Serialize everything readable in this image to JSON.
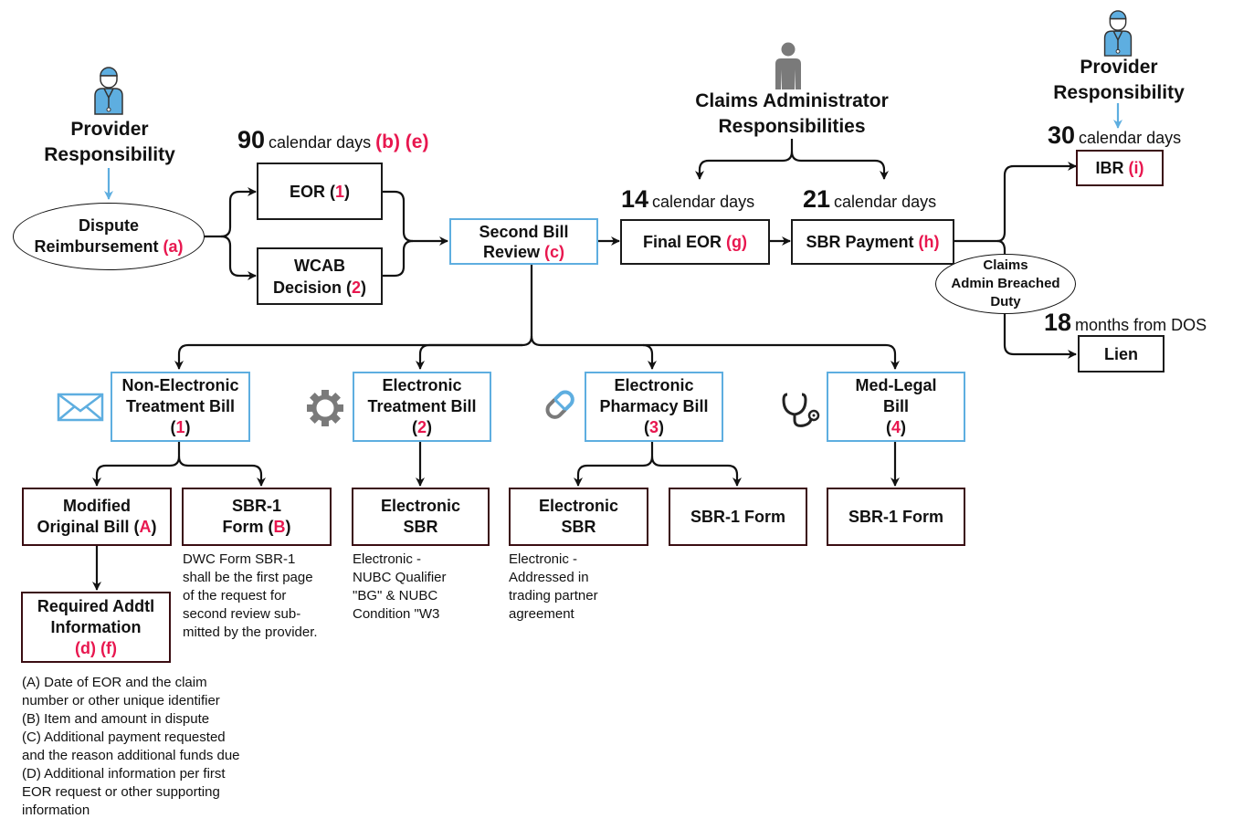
{
  "provider_left": {
    "title_line1": "Provider",
    "title_line2": "Responsibility",
    "icon": "doctor-icon"
  },
  "dispute": {
    "line1": "Dispute",
    "line2": "Reimbursement",
    "ref": "(a)"
  },
  "deadline_90": {
    "number": "90",
    "text": "calendar days",
    "refs": "(b) (e)"
  },
  "eor": {
    "label": "EOR (",
    "ref": "1",
    "close": ")"
  },
  "wcab": {
    "line1": "WCAB",
    "line2": "Decision (",
    "ref": "2",
    "close": ")"
  },
  "second_bill_review": {
    "line1": "Second Bill",
    "line2": "Review",
    "ref": "(c)"
  },
  "claims_admin": {
    "line1": "Claims Administrator",
    "line2": "Responsibilities",
    "icon": "person-icon"
  },
  "deadline_14": {
    "number": "14",
    "text": "calendar days"
  },
  "deadline_21": {
    "number": "21",
    "text": "calendar days"
  },
  "final_eor": {
    "label": "Final EOR",
    "ref": "(g)"
  },
  "sbr_payment": {
    "label": "SBR Payment",
    "ref": "(h)"
  },
  "provider_right": {
    "title_line1": "Provider",
    "title_line2": "Responsibility",
    "icon": "doctor-icon"
  },
  "deadline_30": {
    "number": "30",
    "text": "calendar days"
  },
  "ibr": {
    "label": "IBR",
    "ref": "(i)"
  },
  "breached": {
    "line1": "Claims",
    "line2": "Admin Breached",
    "line3": "Duty"
  },
  "deadline_18": {
    "number": "18",
    "text": "months from DOS"
  },
  "lien": {
    "label": "Lien"
  },
  "bill_types": [
    {
      "line1": "Non-Electronic",
      "line2": "Treatment Bill",
      "ref": "1",
      "icon": "envelope-icon"
    },
    {
      "line1": "Electronic",
      "line2": "Treatment Bill",
      "ref": "2",
      "icon": "gear-icon"
    },
    {
      "line1": "Electronic",
      "line2": "Pharmacy Bill",
      "ref": "3",
      "icon": "pill-icon"
    },
    {
      "line1": "Med-Legal",
      "line2": "Bill",
      "ref": "4",
      "icon": "stethoscope-icon"
    }
  ],
  "outputs": {
    "modified_original": {
      "line1": "Modified",
      "line2": "Original Bill (",
      "ref": "A",
      "close": ")"
    },
    "sbr1_form_b": {
      "line1": "SBR-1",
      "line2": "Form (",
      "ref": "B",
      "close": ")"
    },
    "electronic_sbr_1": {
      "line1": "Electronic",
      "line2": "SBR"
    },
    "electronic_sbr_2": {
      "line1": "Electronic",
      "line2": "SBR"
    },
    "sbr1_form_pharmacy": {
      "label": "SBR-1 Form"
    },
    "sbr1_form_medlegal": {
      "label": "SBR-1 Form"
    },
    "required_info": {
      "line1": "Required Addtl",
      "line2": "Information",
      "refs": "(d) (f)"
    }
  },
  "notes": {
    "sbr1": [
      "DWC Form SBR-1",
      "shall be the first page",
      "of the request for",
      "second review sub-",
      "mitted by the provider."
    ],
    "electronic_treatment": [
      "Electronic -",
      "NUBC Qualifier",
      "\"BG\" & NUBC",
      "Condition \"W3"
    ],
    "electronic_pharmacy": [
      "Electronic -",
      "Addressed in",
      "trading partner",
      "agreement"
    ],
    "legend": [
      "(A) Date of EOR and the claim",
      "number or other unique identifier",
      "(B) Item and amount in dispute",
      "(C) Additional payment requested",
      "and the reason additional funds due",
      "(D) Additional information per first",
      "EOR request or other supporting",
      "information"
    ]
  },
  "colors": {
    "accent_red": "#e8174f",
    "blue_border": "#5eaee0",
    "maroon_border": "#3a0d12",
    "icon_gray": "#7a7a7a"
  }
}
